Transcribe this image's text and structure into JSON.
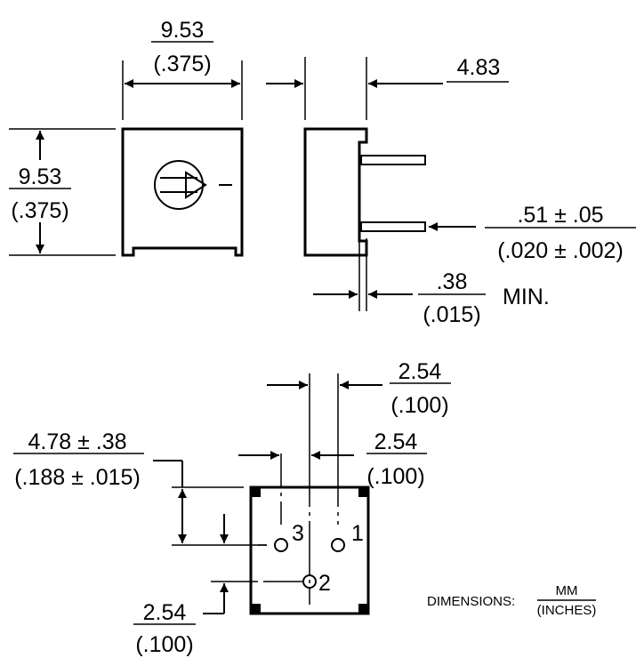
{
  "top_view": {
    "width_mm": "9.53",
    "width_in": "(.375)",
    "height_mm": "9.53",
    "height_in": "(.375)"
  },
  "side_view": {
    "depth_mm": "4.83",
    "pin_dia_mm": ".51 ± .05",
    "pin_dia_in": "(.020 ± .002)",
    "standoff_mm": ".38",
    "standoff_in": "(.015)",
    "standoff_suffix": "MIN."
  },
  "bottom_view": {
    "pitch_top_mm": "2.54",
    "pitch_top_in": "(.100)",
    "pitch_mid_mm": "2.54",
    "pitch_mid_in": "(.100)",
    "offset_mm": "4.78 ± .38",
    "offset_in": "(.188 ± .015)",
    "pitch_bottom_mm": "2.54",
    "pitch_bottom_in": "(.100)",
    "pin_labels": [
      "3",
      "1",
      "2"
    ]
  },
  "legend": {
    "label": "DIMENSIONS:",
    "unit_top": "MM",
    "unit_bottom": "(INCHES)"
  }
}
